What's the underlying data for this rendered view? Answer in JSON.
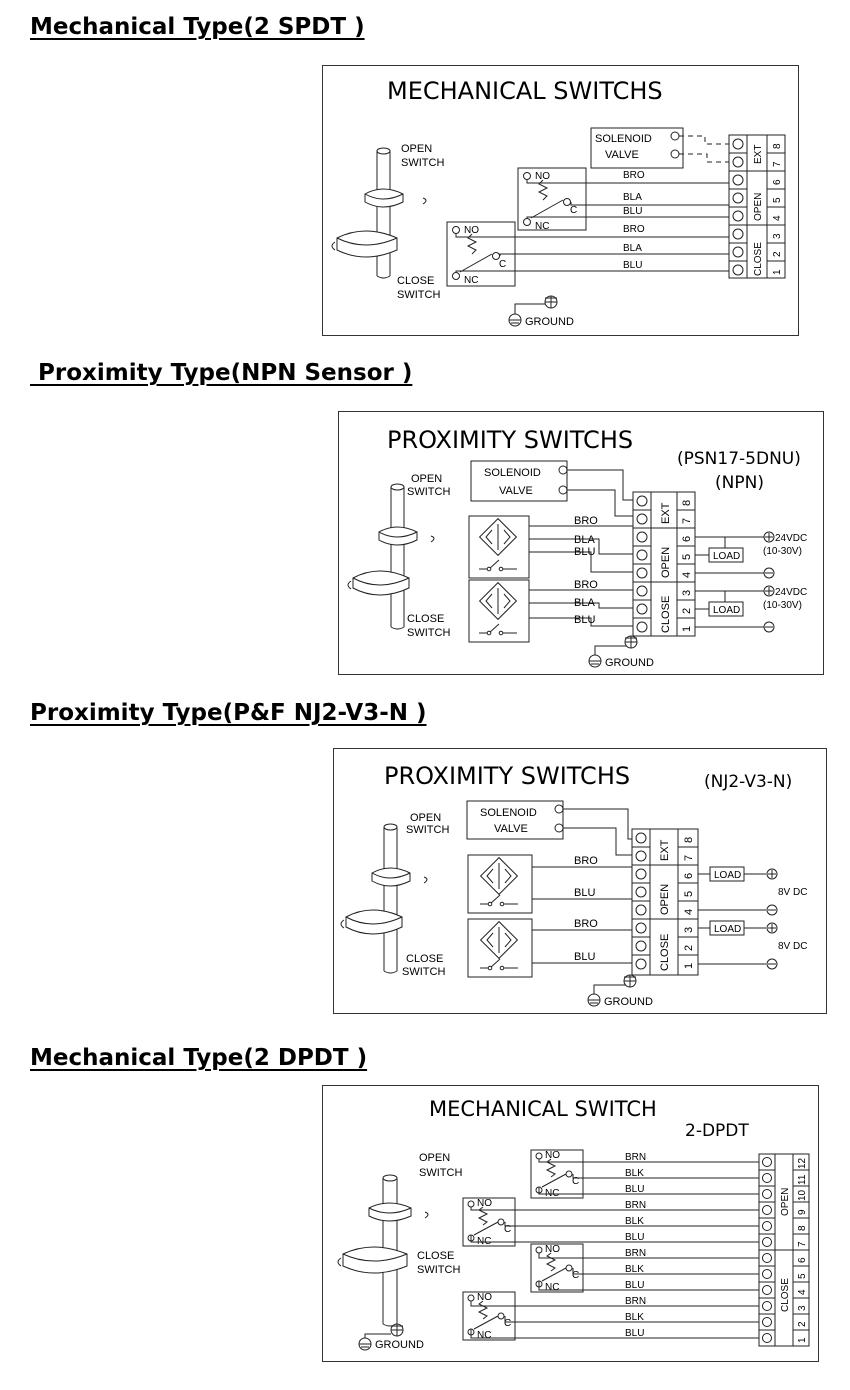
{
  "sections": [
    {
      "title": "Mechanical Type(2 SPDT )",
      "diagram": {
        "heading": "MECHANICAL SWITCHS",
        "open_switch": [
          "OPEN",
          "SWITCH"
        ],
        "close_switch": [
          "CLOSE",
          "SWITCH"
        ],
        "solenoid": [
          "SOLENOID",
          "VALVE"
        ],
        "contact_labels": {
          "no": "NO",
          "nc": "NC",
          "c": "C"
        },
        "open_wires": [
          "BRO",
          "BLA",
          "BLU"
        ],
        "close_wires": [
          "BRO",
          "BLA",
          "BLU"
        ],
        "terminal_groups": [
          "EXT",
          "OPEN",
          "CLOSE"
        ],
        "terminal_numbers": [
          "8",
          "7",
          "6",
          "5",
          "4",
          "3",
          "2",
          "1"
        ],
        "ground": "GROUND"
      }
    },
    {
      "title": " Proximity Type(NPN Sensor )",
      "diagram": {
        "heading": "PROXIMITY SWITCHS",
        "model": "(PSN17-5DNU)",
        "type": "(NPN)",
        "open_switch": [
          "OPEN",
          "SWITCH"
        ],
        "close_switch": [
          "CLOSE",
          "SWITCH"
        ],
        "solenoid": [
          "SOLENOID",
          "VALVE"
        ],
        "open_wires": [
          "BRO",
          "BLA",
          "BLU"
        ],
        "close_wires": [
          "BRO",
          "BLA",
          "BLU"
        ],
        "terminal_groups": [
          "EXT",
          "OPEN",
          "CLOSE"
        ],
        "terminal_numbers": [
          "8",
          "7",
          "6",
          "5",
          "4",
          "3",
          "2",
          "1"
        ],
        "load": "LOAD",
        "supply": "24VDC",
        "supply_range": "(10-30V)",
        "ground": "GROUND"
      }
    },
    {
      "title": "Proximity Type(P&F NJ2-V3-N )",
      "diagram": {
        "heading": "PROXIMITY SWITCHS",
        "model": "(NJ2-V3-N)",
        "open_switch": [
          "OPEN",
          "SWITCH"
        ],
        "close_switch": [
          "CLOSE",
          "SWITCH"
        ],
        "solenoid": [
          "SOLENOID",
          "VALVE"
        ],
        "open_wires": [
          "BRO",
          "BLU"
        ],
        "close_wires": [
          "BRO",
          "BLU"
        ],
        "terminal_groups": [
          "EXT",
          "OPEN",
          "CLOSE"
        ],
        "terminal_numbers": [
          "8",
          "7",
          "6",
          "5",
          "4",
          "3",
          "2",
          "1"
        ],
        "load": "LOAD",
        "supply": "8V DC",
        "ground": "GROUND"
      }
    },
    {
      "title": "Mechanical Type(2 DPDT )",
      "diagram": {
        "heading": "MECHANICAL SWITCH",
        "model": "2-DPDT",
        "open_switch": [
          "OPEN",
          "SWITCH"
        ],
        "close_switch": [
          "CLOSE",
          "SWITCH"
        ],
        "contact_labels": {
          "no": "NO",
          "nc": "NC",
          "c": "C"
        },
        "wires": [
          "BRN",
          "BLK",
          "BLU",
          "BRN",
          "BLK",
          "BLU",
          "BRN",
          "BLK",
          "BLU",
          "BRN",
          "BLK",
          "BLU"
        ],
        "terminal_groups": [
          "OPEN",
          "CLOSE"
        ],
        "terminal_numbers": [
          "12",
          "11",
          "10",
          "9",
          "8",
          "7",
          "6",
          "5",
          "4",
          "3",
          "2",
          "1"
        ],
        "ground": "GROUND"
      }
    }
  ]
}
